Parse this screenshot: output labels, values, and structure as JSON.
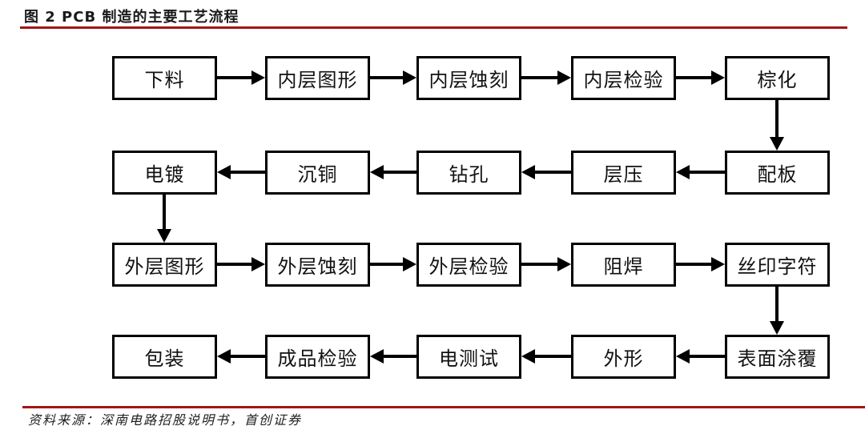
{
  "header": {
    "title": "图 2 PCB 制造的主要工艺流程"
  },
  "flowchart": {
    "rows": [
      {
        "direction": "left-to-right",
        "boxes": [
          "下料",
          "内层图形",
          "内层蚀刻",
          "内层检验",
          "棕化"
        ]
      },
      {
        "direction": "right-to-left",
        "boxes": [
          "电镀",
          "沉铜",
          "钻孔",
          "层压",
          "配板"
        ]
      },
      {
        "direction": "left-to-right",
        "boxes": [
          "外层图形",
          "外层蚀刻",
          "外层检验",
          "阻焊",
          "丝印字符"
        ]
      },
      {
        "direction": "right-to-left",
        "boxes": [
          "包装",
          "成品检验",
          "电测试",
          "外形",
          "表面涂覆"
        ]
      }
    ],
    "sequence": [
      "下料",
      "内层图形",
      "内层蚀刻",
      "内层检验",
      "棕化",
      "配板",
      "层压",
      "钻孔",
      "沉铜",
      "电镀",
      "外层图形",
      "外层蚀刻",
      "外层检验",
      "阻焊",
      "丝印字符",
      "表面涂覆",
      "外形",
      "电测试",
      "成品检验",
      "包装"
    ]
  },
  "footer": {
    "source": "资料来源：深南电路招股说明书，首创证券"
  },
  "colors": {
    "rule_red": "#a31515",
    "box_border": "#000000",
    "box_fill": "#ffffff",
    "text": "#111111"
  }
}
